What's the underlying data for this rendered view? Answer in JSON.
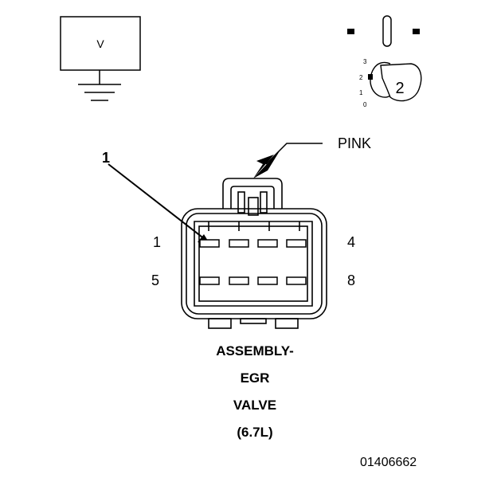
{
  "meter": {
    "symbol": "V"
  },
  "key": {
    "positions": [
      "3",
      "2",
      "1",
      "0"
    ],
    "selected_position": "2"
  },
  "connector": {
    "color_label": "PINK",
    "callout_number": "1",
    "pin_labels": {
      "top_left": "1",
      "top_right": "4",
      "bottom_left": "5",
      "bottom_right": "8"
    }
  },
  "title_lines": [
    "ASSEMBLY-",
    "EGR",
    "VALVE",
    "(6.7L)"
  ],
  "figure_id": "01406662"
}
